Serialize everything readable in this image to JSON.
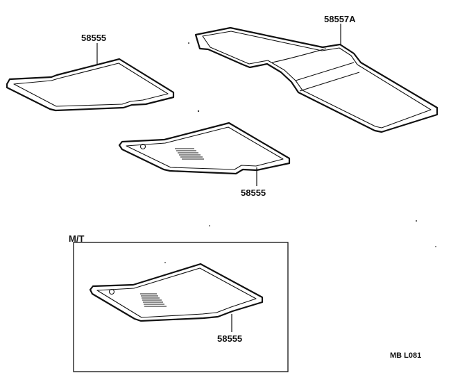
{
  "parts": {
    "upper_left_mat": "58555",
    "runner_mat": "58557A",
    "middle_mat": "58555",
    "mt_mat": "58555"
  },
  "variant_box_label": "M/T",
  "diagram_code": "MB L081"
}
